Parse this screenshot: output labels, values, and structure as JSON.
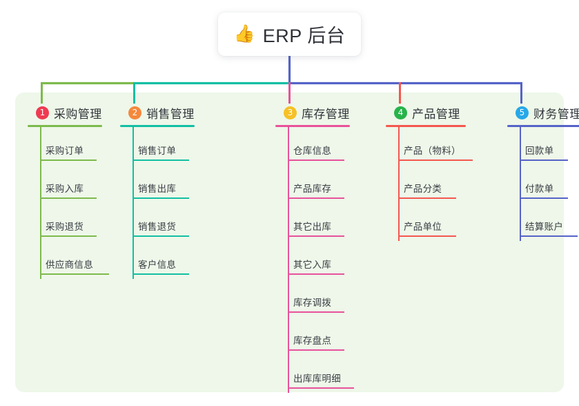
{
  "diagram": {
    "type": "mind-map",
    "title": "ERP 后台",
    "root": {
      "emoji": "👍",
      "emoji_name": "thumbs-up-emoji",
      "label": "ERP 后台"
    },
    "panel_color": "#eef7e9",
    "page_background": "#ffffff",
    "branches": [
      {
        "number": "1",
        "label": "采购管理",
        "badge_color": "#ef3a52",
        "line_color": "#7dba4c",
        "items": [
          "采购订单",
          "采购入库",
          "采购退货",
          "供应商信息"
        ]
      },
      {
        "number": "2",
        "label": "销售管理",
        "badge_color": "#f5883c",
        "line_color": "#12bfa3",
        "items": [
          "销售订单",
          "销售出库",
          "销售退货",
          "客户信息"
        ]
      },
      {
        "number": "3",
        "label": "库存管理",
        "badge_color": "#f6c026",
        "line_color": "#e8529b",
        "items": [
          "仓库信息",
          "产品库存",
          "其它出库",
          "其它入库",
          "库存调拨",
          "库存盘点",
          "出库库明细"
        ]
      },
      {
        "number": "4",
        "label": "产品管理",
        "badge_color": "#27b34b",
        "line_color": "#f4574f",
        "items": [
          "产品（物料）",
          "产品分类",
          "产品单位"
        ]
      },
      {
        "number": "5",
        "label": "财务管理",
        "badge_color": "#27a8e8",
        "line_color": "#5563c8",
        "items": [
          "回款单",
          "付款单",
          "结算账户"
        ]
      }
    ],
    "connector": {
      "stem_color": "#5563c8",
      "segment_colors": [
        "#7dba4c",
        "#12bfa3",
        "#5563c8",
        "#5563c8"
      ],
      "drop_colors": [
        "#7dba4c",
        "#12bfa3",
        "#e8529b",
        "#f4574f",
        "#5563c8"
      ]
    }
  }
}
